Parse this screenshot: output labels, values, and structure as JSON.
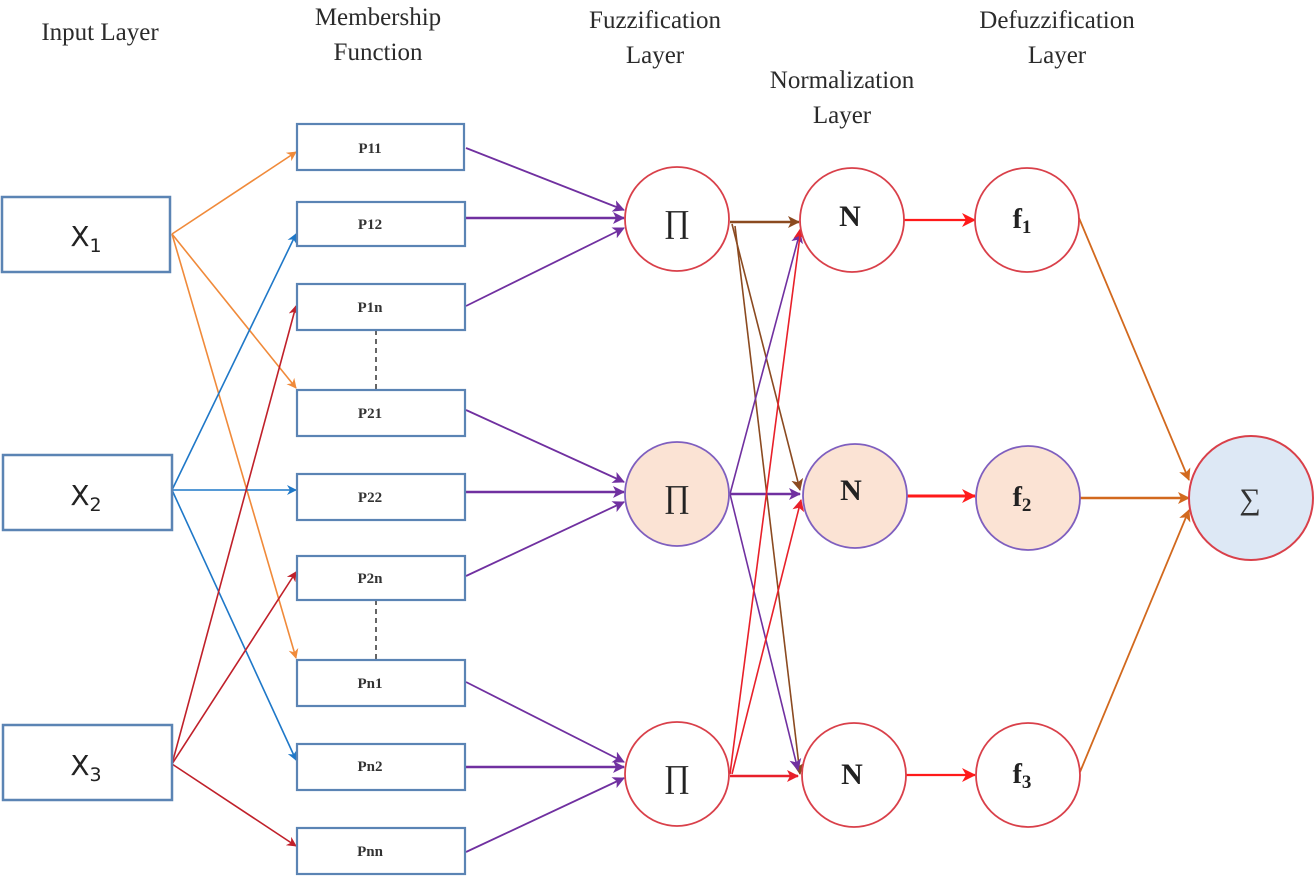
{
  "layer_titles": {
    "input": [
      "Input Layer"
    ],
    "membership": [
      "Membership",
      "Function"
    ],
    "fuzzification": [
      "Fuzzification",
      "Layer"
    ],
    "normalization": [
      "Normalization",
      "Layer"
    ],
    "defuzzification": [
      "Defuzzification",
      "Layer"
    ]
  },
  "inputs": [
    {
      "base": "X",
      "sub": "1"
    },
    {
      "base": "X",
      "sub": "2"
    },
    {
      "base": "X",
      "sub": "3"
    }
  ],
  "membership_functions": [
    "P11",
    "P12",
    "P1n",
    "P21",
    "P22",
    "P2n",
    "Pn1",
    "Pn2",
    "Pnn"
  ],
  "fuzzification_nodes": [
    "∏",
    "∏",
    "∏"
  ],
  "normalization_nodes": [
    "N",
    "N",
    "N"
  ],
  "defuzzification_nodes": [
    {
      "base": "f",
      "sub": "1"
    },
    {
      "base": "f",
      "sub": "2"
    },
    {
      "base": "f",
      "sub": "3"
    }
  ],
  "output_node": "∑",
  "colors": {
    "box_border": "#5b84b4",
    "x1_edges": "#f08a3a",
    "x2_edges": "#1f78c8",
    "x3_edges": "#c0202a",
    "membership_to_fuzz": "#7030a0",
    "fuzz1_edges": "#8b4a20",
    "fuzz3_edges": "#d9262e",
    "norm_to_defuzz": "#ff1a1a",
    "defuzz_to_output": "#d2691e",
    "circle_border_red": "#d9404a",
    "circle_border_purple": "#7f5fbf",
    "highlight_fill": "#fbe3d4",
    "output_fill": "#dde8f5"
  }
}
